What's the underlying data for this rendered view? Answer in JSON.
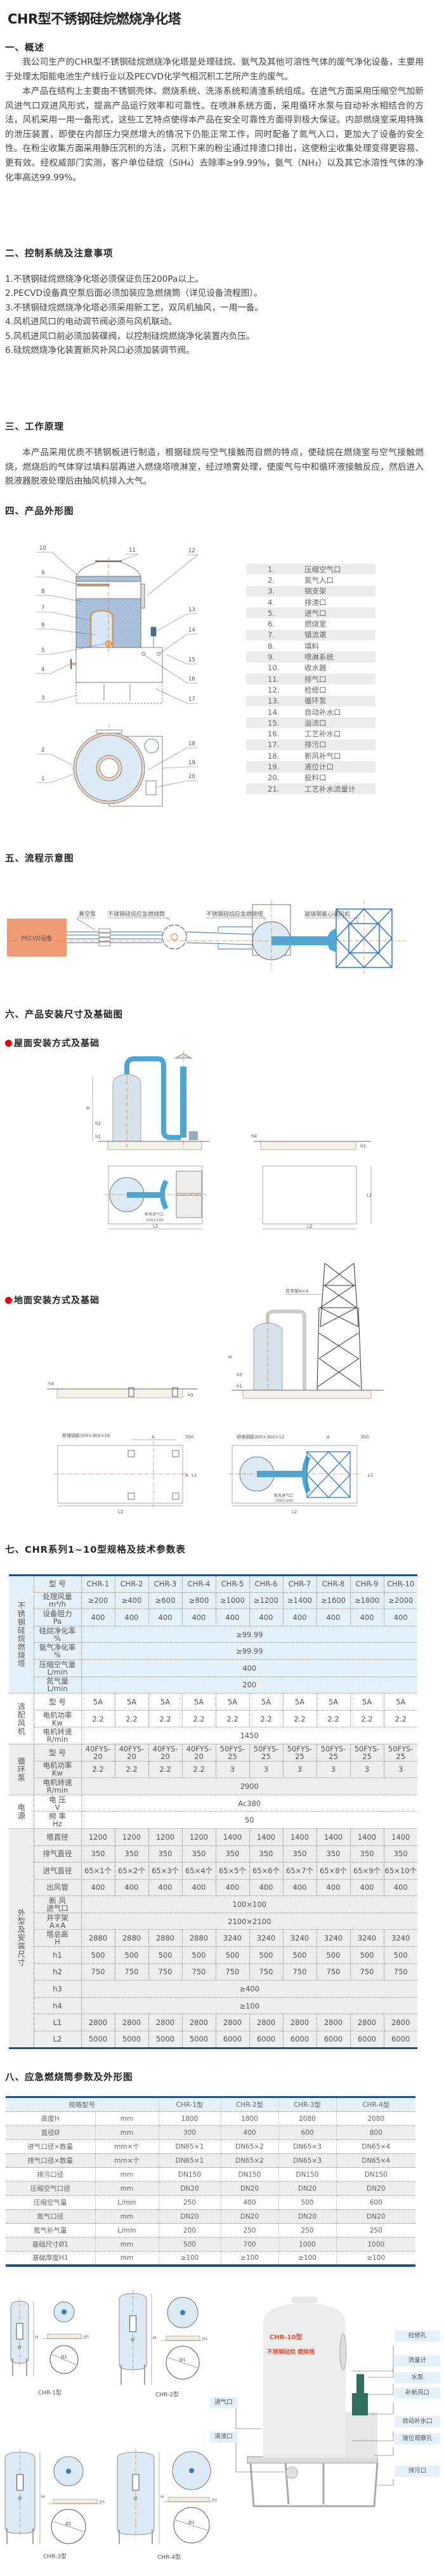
{
  "title": "CHR型不锈钢硅烷燃烧净化塔",
  "overview": {
    "heading": "一、概述",
    "paragraphs": [
      "我公司生产的CHR型不锈钢硅烷燃烧净化塔是处理硅烷、氨气及其他可溶性气体的废气净化设备，主要用于处理太阳能电池生产线行业以及PECVD化学气相沉积工艺所产生的废气。",
      "本产品在结构上主要由不锈钢壳体、燃烧系统、洗涤系统和清渣系统组成。在进气方面采用压缩空气加新风进气口双进风形式，提高产品运行效率和可靠性。在喷淋系统方面，采用循环水泵与自动补水相结合的方法，风机采用一用一备形式，这些工艺特点使得本产品在安全可靠性方面得到极大保证。内部燃烧室采用特殊的泄压装置，即使在内部压力突然增大的情况下仍能正常工作，同时配备了氮气入口，更加大了设备的安全性。在粉尘收集方面采用静压沉积的方法，沉积下来的粉尘通过排渣口排出，这使粉尘收集处理变得更容易、更有效。经权威部门实测，客户单位硅烷（SiH₄）去除率≥99.99%，氨气（NH₃）以及其它水溶性气体的净化率高达99.99%。"
    ]
  },
  "control": {
    "heading": "二、控制系统及注意事项",
    "items": [
      "1.不锈钢硅烷燃烧净化塔必须保证负压200Pa以上。",
      "2.PECVD设备真空泵后面必须加装应急燃烧筒（详见设备流程图）。",
      "3.不锈钢硅烷燃烧净化塔必须采用新工艺，双风机抽风，一用一备。",
      "4.风机进风口的电动调节阀必须与风机联动。",
      "5.风机进风口前必须加装碟阀，以控制硅烷燃烧净化装置内负压。",
      "6.硅烷燃烧净化装置新风补风口必须加装调节阀。"
    ]
  },
  "principle": {
    "heading": "三、工作原理",
    "paragraph": "本产品采用优质不锈钢板进行制造，根据硅烷与空气接触而自燃的特点，使硅烷在燃烧室与空气接触燃烧，燃烧后的气体穿过填料层再进入燃烧塔喷淋室，经过喷雾处理，使废气与中和循环液接触反应，然后进入脱液器脱液处理后由抽风机排入大气。"
  },
  "outline": {
    "heading": "四、产品外形图",
    "callouts": [
      "1",
      "2",
      "3",
      "4",
      "5",
      "6",
      "7",
      "8",
      "9",
      "10",
      "11",
      "12",
      "13",
      "14",
      "15",
      "16",
      "17",
      "18",
      "19",
      "20"
    ],
    "parts": [
      {
        "no": "1.",
        "name": "压缩空气口"
      },
      {
        "no": "2.",
        "name": "氮气入口"
      },
      {
        "no": "3.",
        "name": "钢支架"
      },
      {
        "no": "4.",
        "name": "排渣口"
      },
      {
        "no": "5.",
        "name": "进气口"
      },
      {
        "no": "6.",
        "name": "燃烧室"
      },
      {
        "no": "7.",
        "name": "镇流罩"
      },
      {
        "no": "8.",
        "name": "填料"
      },
      {
        "no": "9.",
        "name": "喷淋系统"
      },
      {
        "no": "10.",
        "name": "收水器"
      },
      {
        "no": "11.",
        "name": "排气口"
      },
      {
        "no": "12.",
        "name": "检修口"
      },
      {
        "no": "13.",
        "name": "循环泵"
      },
      {
        "no": "14.",
        "name": "自动补水口"
      },
      {
        "no": "15.",
        "name": "溢流口"
      },
      {
        "no": "16.",
        "name": "工艺补水口"
      },
      {
        "no": "17.",
        "name": "排污口"
      },
      {
        "no": "18.",
        "name": "新风补气口"
      },
      {
        "no": "19.",
        "name": "液位计口"
      },
      {
        "no": "20.",
        "name": "投料口"
      },
      {
        "no": "21.",
        "name": "工艺补水流量计"
      }
    ]
  },
  "flow": {
    "heading": "五、流程示意图",
    "pecvd": "PECVD设备",
    "vacuum_pump": "真空泵",
    "emergency_drum": "不锈钢硅烷应急燃烧筒",
    "emergency_tower": "不锈钢硅烷应急燃烧塔",
    "fan": "玻璃钢离心通风机"
  },
  "install": {
    "heading": "六、产品安装尺寸及基础图",
    "roof_heading": "屋面安装方式及基础",
    "ground_heading": "地面安装方式及基础",
    "dims": {
      "H": "H",
      "h1": "h1",
      "h2": "h2",
      "h3": "h3",
      "h4": "h4",
      "L1": "L1",
      "L2": "L2",
      "A": "A",
      "d350": "350"
    },
    "fresh_air": "新风进气口",
    "fresh_air_size": "100×100",
    "frame": "井字架A×A",
    "plate16": "预埋钢板300×300×16",
    "plate12": "预埋钢板300×300×12"
  },
  "spec_table": {
    "heading": "七、CHR系列1~10型规格及技术参数表",
    "groups": [
      {
        "name": "不锈钢硅烷燃烧塔",
        "rows": [
          {
            "label": "型  号",
            "values": [
              "CHR-1",
              "CHR-2",
              "CHR-3",
              "CHR-4",
              "CHR-5",
              "CHR-6",
              "CHR-7",
              "CHR-8",
              "CHR-9",
              "CHR-10"
            ]
          },
          {
            "label": "处理风量\nm³/h",
            "values": [
              "≥200",
              "≥400",
              "≥600",
              "≥800",
              "≥1000",
              "≥1200",
              "≥1400",
              "≥1600",
              "≥1800",
              "≥2000"
            ]
          },
          {
            "label": "设备阻力\nPa",
            "values": [
              "400",
              "400",
              "400",
              "400",
              "400",
              "400",
              "400",
              "400",
              "400",
              "400"
            ]
          },
          {
            "label": "硅烷净化率\n%",
            "span": "≥99.99"
          },
          {
            "label": "氨气净化率\n%",
            "span": "≥99.99"
          },
          {
            "label": "压缩空气量\nL/min",
            "span": "400"
          },
          {
            "label": "氮气量\nL/min",
            "span": "200"
          }
        ]
      },
      {
        "name": "选配风机",
        "rows": [
          {
            "label": "型  号",
            "values": [
              "5A",
              "5A",
              "5A",
              "5A",
              "5A",
              "5A",
              "5A",
              "5A",
              "5A",
              "5A"
            ]
          },
          {
            "label": "电机功率\nKw",
            "values": [
              "2.2",
              "2.2",
              "2.2",
              "2.2",
              "2.2",
              "2.2",
              "2.2",
              "2.2",
              "2.2",
              "2.2"
            ]
          },
          {
            "label": "电机转速\nR/min",
            "span": "1450"
          }
        ]
      },
      {
        "name": "循环泵",
        "rows": [
          {
            "label": "型  号",
            "values": [
              "40FYS-20",
              "40FYS-20",
              "40FYS-20",
              "40FYS-20",
              "50FYS-25",
              "50FYS-25",
              "50FYS-25",
              "50FYS-25",
              "50FYS-25",
              "50FYS-25"
            ]
          },
          {
            "label": "电机功率\nKw",
            "values": [
              "2.2",
              "2.2",
              "2.2",
              "2.2",
              "3",
              "3",
              "3",
              "3",
              "3",
              "3"
            ]
          },
          {
            "label": "电机转速\nR/min",
            "span": "2900"
          }
        ]
      },
      {
        "name": "电源",
        "rows": [
          {
            "label": "电  压\nV",
            "span": "Ac380"
          },
          {
            "label": "频  率\nHz",
            "span": "50"
          }
        ]
      },
      {
        "name": "外型及安装尺寸",
        "rows": [
          {
            "label": "塔直径",
            "values": [
              "1200",
              "1200",
              "1200",
              "1200",
              "1400",
              "1400",
              "1400",
              "1400",
              "1400",
              "1400"
            ]
          },
          {
            "label": "排气直径",
            "values": [
              "350",
              "350",
              "350",
              "350",
              "350",
              "350",
              "350",
              "350",
              "350",
              "350"
            ]
          },
          {
            "label": "进气直径",
            "values": [
              "65×1个",
              "65×2个",
              "65×3个",
              "65×4个",
              "65×5个",
              "65×6个",
              "65×7个",
              "65×8个",
              "65×9个",
              "65×10个"
            ]
          },
          {
            "label": "出风管",
            "values": [
              "400",
              "400",
              "400",
              "400",
              "400",
              "400",
              "400",
              "400",
              "400",
              "400"
            ]
          },
          {
            "label": "新 风\n进气口",
            "span": "100×100"
          },
          {
            "label": "井字架\nA×A",
            "span": "2100×2100"
          },
          {
            "label": "塔总高\nH",
            "values": [
              "2880",
              "2880",
              "2880",
              "2880",
              "3240",
              "3240",
              "3240",
              "3240",
              "3240",
              "3240"
            ]
          },
          {
            "label": "h1",
            "values": [
              "500",
              "500",
              "500",
              "500",
              "500",
              "500",
              "500",
              "500",
              "500",
              "500"
            ]
          },
          {
            "label": "h2",
            "values": [
              "750",
              "750",
              "750",
              "750",
              "750",
              "750",
              "750",
              "750",
              "750",
              "750"
            ]
          },
          {
            "label": "h3",
            "span": "≥400"
          },
          {
            "label": "h4",
            "span": "≥100"
          },
          {
            "label": "L1",
            "values": [
              "2800",
              "2800",
              "2800",
              "2800",
              "2800",
              "2800",
              "2800",
              "2800",
              "2800",
              "2800"
            ]
          },
          {
            "label": "L2",
            "values": [
              "5000",
              "5000",
              "5000",
              "5000",
              "6000",
              "6000",
              "6000",
              "6000",
              "6000",
              "6000"
            ]
          }
        ]
      }
    ]
  },
  "emergency": {
    "heading": "八、应急燃烧筒参数及外形图",
    "header": {
      "label": "规格型号",
      "models": [
        "CHR-1型",
        "CHR-2型",
        "CHR-3型",
        "CHR-4型"
      ]
    },
    "rows": [
      {
        "label": "高度H",
        "unit": "mm",
        "values": [
          "1800",
          "1800",
          "2080",
          "2080"
        ]
      },
      {
        "label": "直径Ø",
        "unit": "mm",
        "values": [
          "300",
          "400",
          "600",
          "800"
        ]
      },
      {
        "label": "进气口径×数量",
        "unit": "mm×个",
        "values": [
          "DN65×1",
          "DN65×2",
          "DN65×3",
          "DN65×4"
        ]
      },
      {
        "label": "排气口径×数量",
        "unit": "mm×个",
        "values": [
          "DN65×1",
          "DN65×2",
          "DN65×3",
          "DN65×4"
        ]
      },
      {
        "label": "排污口径",
        "unit": "mm",
        "values": [
          "DN150",
          "DN150",
          "DN150",
          "DN150"
        ]
      },
      {
        "label": "压缩空气口径",
        "unit": "mm",
        "values": [
          "DN20",
          "DN20",
          "DN20",
          "DN20"
        ]
      },
      {
        "label": "压缩空气量",
        "unit": "L/min",
        "values": [
          "250",
          "400",
          "500",
          "600"
        ]
      },
      {
        "label": "氮气口径",
        "unit": "mm",
        "values": [
          "DN20",
          "DN20",
          "DN20",
          "DN20"
        ]
      },
      {
        "label": "氮气补气量",
        "unit": "L/min",
        "values": [
          "200",
          "250",
          "250",
          "250"
        ]
      },
      {
        "label": "基础尺寸Ø1",
        "unit": "mm",
        "values": [
          "500",
          "700",
          "1000",
          "1000"
        ]
      },
      {
        "label": "基础厚度H1",
        "unit": "mm",
        "values": [
          "≥100",
          "≥100",
          "≥100",
          "≥100"
        ]
      }
    ],
    "drawing_labels": [
      "CHR-1型",
      "CHR-2型",
      "CHR-3型",
      "CHR-4型"
    ],
    "dim_H": "H",
    "dim_D": "Ø",
    "dim_D1": "Ø1",
    "dim_H1": "H1",
    "photo": {
      "model": "CHR-10型",
      "name": "不锈钢硅烷 燃烧塔",
      "labels_right": [
        "检修孔",
        "流量计",
        "水泵",
        "补新风口",
        "自动补水口",
        "液位观察孔",
        "排污口"
      ],
      "labels_left": [
        "进气口",
        "清渣口"
      ]
    }
  },
  "colors": {
    "accent": "#1c4f98",
    "pipe": "#4aa8d8",
    "centerline": "#f07030",
    "pecvd": "#ef9b74",
    "bullet": "#e60012"
  }
}
